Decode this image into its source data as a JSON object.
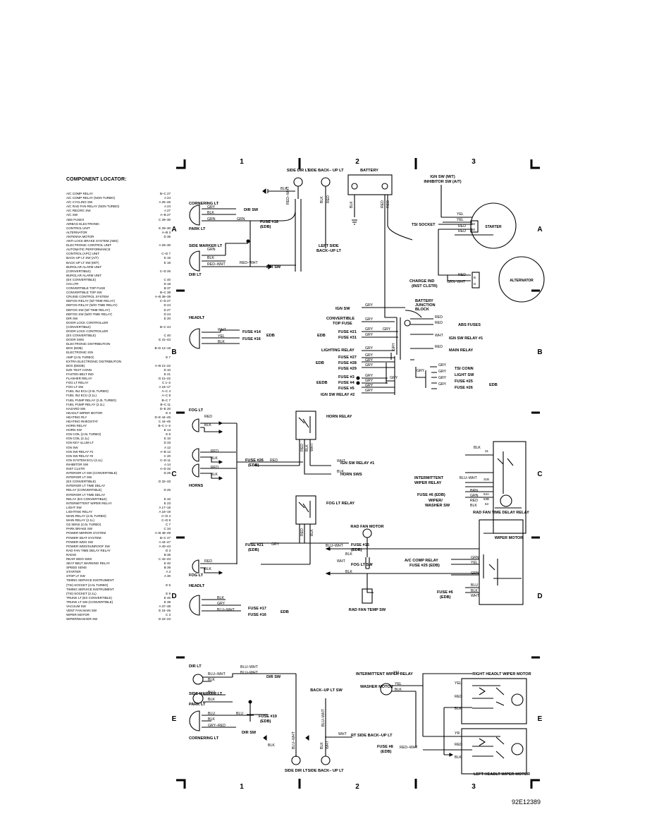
{
  "figure_code": "92E12389",
  "columns": [
    "1",
    "2",
    "3"
  ],
  "rows": [
    "A",
    "B",
    "C",
    "D",
    "E"
  ],
  "locator": {
    "title": "COMPONENT LOCATOR:",
    "items": [
      {
        "name": "A/C COMP RELAY",
        "ref": "B–C 27"
      },
      {
        "name": "A/C COMP RELAY (NON TURBO)",
        "ref": "A 24"
      },
      {
        "name": "A/C CYCLING SW",
        "ref": "A 25–26"
      },
      {
        "name": "A/C RAD FAN RELAY (NON TURBO)",
        "ref": "A 24"
      },
      {
        "name": "A/C RECIRC SW",
        "ref": "A 27"
      },
      {
        "name": "A/C SW",
        "ref": "A–B 27"
      },
      {
        "name": "ABS FUSES",
        "ref": "C 29–30"
      },
      {
        "name": "AIRBAG ELECTRONIC",
        "ref": ""
      },
      {
        "name": "  CONTROL UNIT",
        "ref": "E 29–30"
      },
      {
        "name": "ALTERNATOR",
        "ref": "A–B 3"
      },
      {
        "name": "ANTENNA MOTOR",
        "ref": "D 35"
      },
      {
        "name": "ANTI-LOCK BRAKE SYSTEM (ABS)",
        "ref": ""
      },
      {
        "name": "  ELECTRONIC CONTROL UNIT",
        "ref": "A 29–30"
      },
      {
        "name": "AUTOMATIC PERFORMANCE",
        "ref": ""
      },
      {
        "name": "  CONTROL (APC) UNIT",
        "ref": "C–D 7"
      },
      {
        "name": "BACK-UP LT SW (A/T)",
        "ref": "E 16"
      },
      {
        "name": "BACK-UP LT SW (M/T)",
        "ref": "E 18"
      },
      {
        "name": "BURGLAR ALARM UNIT",
        "ref": ""
      },
      {
        "name": "  (CONVERTIBLE)",
        "ref": "C–D 26"
      },
      {
        "name": "BURGLAR ALARM UNIT",
        "ref": ""
      },
      {
        "name": "  (EX CONVERTIBLE)",
        "ref": "C 40"
      },
      {
        "name": "CIG LTR",
        "ref": "D 18"
      },
      {
        "name": "CONVERTIBLE TOP FUSE",
        "ref": "B 37"
      },
      {
        "name": "CONVERTIBLE TOP SW",
        "ref": "B–C 38"
      },
      {
        "name": "CRUISE CONTROL SYSTEM",
        "ref": "A–B 38–39"
      },
      {
        "name": "DEFOG RELAY (W/ TIME RELAY)",
        "ref": "C–D 27"
      },
      {
        "name": "DEFOG RELAY (W/O TIME RELAY)",
        "ref": "D 24"
      },
      {
        "name": "DEFOG SW (W/ TIME RELAY)",
        "ref": "D 27"
      },
      {
        "name": "DEFOG SW (W/O TIME RELAY)",
        "ref": "D 24"
      },
      {
        "name": "DIR SW",
        "ref": "E 20"
      },
      {
        "name": "DOOR LOCK CONTROLLER",
        "ref": ""
      },
      {
        "name": "  (CONVERTIBLE)",
        "ref": "B–C 44"
      },
      {
        "name": "DOOR LOCK CONTROLLER",
        "ref": ""
      },
      {
        "name": "  (EX CONVERTIBLE)",
        "ref": "C 40"
      },
      {
        "name": "DOOR SWS",
        "ref": "E 41–43"
      },
      {
        "name": "ELECTRONIC DISTRIBUTION",
        "ref": ""
      },
      {
        "name": "  BOX (EDB)",
        "ref": "B–D 12–19"
      },
      {
        "name": "ELECTRONIC IGN",
        "ref": ""
      },
      {
        "name": "  AMP (2.0L TURBO)",
        "ref": "E 7"
      },
      {
        "name": "EXTRA ELECTRONIC DISTRIBUTION",
        "ref": ""
      },
      {
        "name": "  BOX (EEDB)",
        "ref": "A–B 21–22"
      },
      {
        "name": "EZK TEST CONN",
        "ref": "D 10"
      },
      {
        "name": "FASTEN BELT IND",
        "ref": "E 41"
      },
      {
        "name": "FLASHER RELAY",
        "ref": "D 21–22"
      },
      {
        "name": "FOG LT RELAY",
        "ref": "C 1–2"
      },
      {
        "name": "FOG LT SW",
        "ref": "A 16–17"
      },
      {
        "name": "FUEL INJ ECU (2.0L TURBO)",
        "ref": "A–C 4"
      },
      {
        "name": "FUEL INJ ECU (2.1L)",
        "ref": "A–C 8"
      },
      {
        "name": "FUEL PUMP RELAY (2.0L TURBO)",
        "ref": "B–C 7"
      },
      {
        "name": "FUEL PUMP RELAY (2.1L)",
        "ref": "B–C 11"
      },
      {
        "name": "HAZARD SW",
        "ref": "D–E 20"
      },
      {
        "name": "HEADLT WIPER MOTOR",
        "ref": "E 3"
      },
      {
        "name": "HEATING RLY",
        "ref": "D–E 44–45"
      },
      {
        "name": "HEATING RHEOSTAT",
        "ref": "C 44–45"
      },
      {
        "name": "HORN RELAY",
        "ref": "B–C 1–2"
      },
      {
        "name": "HORN SW",
        "ref": "E 14"
      },
      {
        "name": "IGN COIL (2.0L TURBO)",
        "ref": "E 6"
      },
      {
        "name": "IGN COIL (2.1L)",
        "ref": "E 10"
      },
      {
        "name": "IGN KEY ILLUM LT",
        "ref": "D 33"
      },
      {
        "name": "IGN SW",
        "ref": "A 12"
      },
      {
        "name": "IGN SW RELAY #1",
        "ref": "A–B 12"
      },
      {
        "name": "IGN SW RELAY #2",
        "ref": "C 20"
      },
      {
        "name": "IGN SYSTEM ECU (2.1L)",
        "ref": "C–D 11"
      },
      {
        "name": "INHIBITOR SW",
        "ref": "A 14"
      },
      {
        "name": "INST CLSTR",
        "ref": "A–D 32"
      },
      {
        "name": "INTERIOR LT SW (CONVERTIBLE)",
        "ref": "D 25"
      },
      {
        "name": "INTERIOR LT SW",
        "ref": ""
      },
      {
        "name": "  (EX CONVERTIBLE)",
        "ref": "D 32–33"
      },
      {
        "name": "INTERIOR LT TIME DELAY",
        "ref": ""
      },
      {
        "name": "  RELAY (CONVERTIBLE)",
        "ref": "D 25"
      },
      {
        "name": "INTERIOR LT TIME DELAY",
        "ref": ""
      },
      {
        "name": "  RELAY (EX CONVERTIBLE)",
        "ref": "E 32"
      },
      {
        "name": "INTERMITTENT WIPER RELAY",
        "ref": "E 23"
      },
      {
        "name": "LIGHT SW",
        "ref": "A 17–18"
      },
      {
        "name": "LIGHTING RELAY",
        "ref": "A 18–19"
      },
      {
        "name": "MAIN RELAY (2.0L TURBO)",
        "ref": "C–D 4"
      },
      {
        "name": "MAIN RELAY (2.1L)",
        "ref": "C–D 8"
      },
      {
        "name": "O2 SENS (2.0L TURBO)",
        "ref": "C 7"
      },
      {
        "name": "PARK BRAKE SW",
        "ref": "C 34"
      },
      {
        "name": "POWER MIRROR SYSTEM",
        "ref": "A–B 48–49"
      },
      {
        "name": "POWER SEAT SYSTEM",
        "ref": "B–C 47"
      },
      {
        "name": "POWER WDO SW",
        "ref": "A 44–47"
      },
      {
        "name": "POWER WDO/SUNROOF SW",
        "ref": "A 40–43"
      },
      {
        "name": "RAD FAN TIME DELAY RELAY",
        "ref": "D 3"
      },
      {
        "name": "RADIO",
        "ref": "B 36"
      },
      {
        "name": "REAR WDO SWS",
        "ref": "C 42–43"
      },
      {
        "name": "SEAT BELT WARNING RELAY",
        "ref": "E 40"
      },
      {
        "name": "SPEED SENS",
        "ref": "B 39"
      },
      {
        "name": "STARTER",
        "ref": "A 3"
      },
      {
        "name": "STOP LT SW",
        "ref": "A 30"
      },
      {
        "name": "TIMING SERVICE INSTRUMENT",
        "ref": ""
      },
      {
        "name": "  (TSI) SOCKET (2.0L TURBO)",
        "ref": "E 5"
      },
      {
        "name": "TIMING SERVICE INSTRUMENT",
        "ref": ""
      },
      {
        "name": "  (TSI) SOCKET (2.1L)",
        "ref": "E 9"
      },
      {
        "name": "TRUNK LT (EX CONVERTIBLE)",
        "ref": "E 45"
      },
      {
        "name": "TRUNK LT SW (CONVERTIBLE)",
        "ref": "E 39"
      },
      {
        "name": "VACUUM SW",
        "ref": "A 37–38"
      },
      {
        "name": "VENT FAN MAIN SW",
        "ref": "E 24–26"
      },
      {
        "name": "WIPER MOTOR",
        "ref": "C 3"
      },
      {
        "name": "WIPER/WASHER SW",
        "ref": "D 22–23"
      }
    ]
  },
  "labels": {
    "side_dir_lt": "SIDE DIR LT",
    "side_backup_lt": "SIDE BACK– UP LT",
    "battery": "BATTERY",
    "ign_sw": "IGN SW (M/T)",
    "inhibitor_sw": "INHIBITOR SW (A/T)",
    "cornering_lt": "CORNERING LT",
    "park_lt": "PARK LT",
    "side_marker_lt": "SIDE MARKER LT",
    "dir_lt": "DIR LT",
    "dir_sw": "DIR SW",
    "fuse18": "FUSE #18",
    "edb": "(EDB)",
    "left_side": "LEFT SIDE",
    "backup_lt": "BACK–UP LT",
    "tsi_socket": "TSI SOCKET",
    "starter": "STARTER",
    "alternator": "ALTERNATOR",
    "charge_ind": "CHARGE IND",
    "inst_clstr": "(INST CLSTR)",
    "bjb1": "BATTERY",
    "bjb2": "JUNCTION",
    "bjb3": "BLOCK",
    "headlt": "HEADLT",
    "fuse14": "FUSE #14",
    "fuse16": "FUSE #16",
    "edb_plain": "EDB",
    "eedb": "EEDB",
    "ign_sw_short": "IGN SW",
    "conv_top_fuse1": "CONVERTIBLE",
    "conv_top_fuse2": "TOP FUSE",
    "fuse21": "FUSE #21",
    "fuse31": "FUSE #31",
    "lighting_relay": "LIGHTING RELAY",
    "fuse27": "FUSE #27",
    "fuse28": "FUSE #28",
    "fuse29": "FUSE #29",
    "fuse3": "FUSE #3",
    "fuse4": "FUSE #4",
    "fuse5": "FUSE #5",
    "ign_sw_relay2": "IGN SW RELAY #2",
    "abs_fuses": "ABS FUSES",
    "ign_sw_relay1": "IGN SW RELAY #1",
    "main_relay": "MAIN RELAY",
    "tsi_conn": "TSI CONN",
    "light_sw": "LIGHT SW",
    "fuse25": "FUSE #25",
    "fuse26": "FUSE #26",
    "fog_lt": "FOG LT",
    "horn_relay": "HORN RELAY",
    "horns": "HORNS",
    "horn_sws": "HORN SWS",
    "fog_lt_relay": "FOG LT RELAY",
    "fuse15": "FUSE #15",
    "fog_lt_sw": "FOG LT SW",
    "int_wiper_relay1": "INTERMITTENT",
    "int_wiper_relay2": "WIPER RELAY",
    "fuse6_edb": "FUSE #6 (EDB)",
    "wiper_washer_sw1": "WIPER/",
    "wiper_washer_sw2": "WASHER SW",
    "wiper_motor": "WIPER MOTOR",
    "rad_fan_motor": "RAD FAN MOTOR",
    "rad_fan_relay": "RAD FAN TIME DELAY RELAY",
    "ac_comp_relay": "A/C COMP RELAY",
    "fuse25_edb": "FUSE #25 (EDB)",
    "fuse6": "FUSE #6",
    "rad_fan_temp_sw": "RAD FAN TEMP SW",
    "fuse17": "FUSE #17",
    "fuse19": "FUSE #19",
    "backup_lt_sw": "BACK–UP LT SW",
    "rt_side_backup": "RT SIDE BACK–UP LT",
    "int_wiper_relay_e": "INTERMITTENT WIPER RELAY",
    "washer_motor": "WASHER MOTOR",
    "fuse8": "FUSE #8",
    "right_headlt_wiper": "RIGHT HEADLT WIPER MOTOR",
    "left_headlt_wiper": "LEFT HEADLT WIPER MOTOR"
  },
  "wire_colors": {
    "blk": "BLK",
    "gry": "GRY",
    "grn": "GRN",
    "red": "RED",
    "wht": "WHT",
    "yel": "YEL",
    "blu": "BLU",
    "brn": "BRN",
    "yr": "YR",
    "red_wht": "RED–WHT",
    "grn_wht": "GRN–WHT",
    "blu_wht": "BLU–WHT",
    "gry_red": "GRY–RED"
  },
  "terminals": {
    "t50": "50",
    "t30": "30",
    "tB": "B",
    "tD": "D",
    "t31": "31",
    "t31b": "31B",
    "t53a": "53A",
    "t53b": "53B",
    "t53": "53"
  }
}
